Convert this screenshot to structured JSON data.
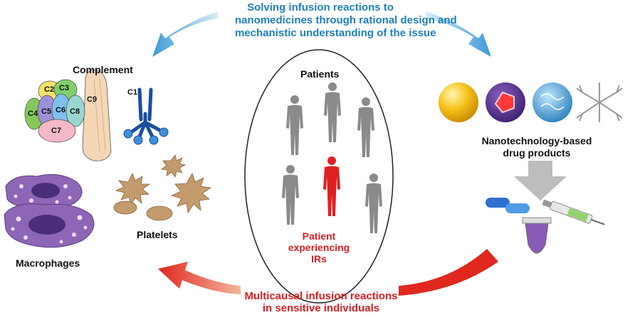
{
  "top_caption": {
    "line1": "Solving infusion reactions to",
    "line2": "nanomedicines through rational design and",
    "line3": "mechanistic understanding of the issue"
  },
  "bottom_caption": {
    "line1": "Multicausal infusion reactions",
    "line2": "in sensitive individuals"
  },
  "complement": {
    "title": "Complement",
    "c1": "C1",
    "proteins": [
      "C2",
      "C3",
      "C4",
      "C5",
      "C6",
      "C8",
      "C7",
      "C9"
    ]
  },
  "patients": {
    "title": "Patients",
    "highlight_line1": "Patient",
    "highlight_line2": "experiencing",
    "highlight_line3": "IRs"
  },
  "nanotech": {
    "line1": "Nanotechnology-based",
    "line2": "drug products"
  },
  "macrophages": {
    "label": "Macrophages"
  },
  "platelets": {
    "label": "Platelets"
  },
  "colors": {
    "blue_text": "#1f7fc0",
    "red_text": "#d81e23",
    "patient_gray": "#8a8a8a",
    "patient_red": "#e02020",
    "arrow_blue": "#4aa3dc",
    "arrow_red": "#e0281f"
  }
}
